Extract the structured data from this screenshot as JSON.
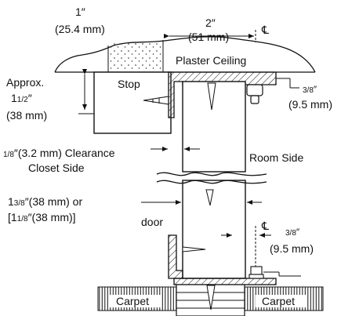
{
  "labels": {
    "dim_1in": "1″",
    "dim_1in_mm": "(25.4 mm)",
    "dim_2in": "2″",
    "dim_2in_mm": "(51 mm)",
    "centerline": "℄",
    "plaster_ceiling": "Plaster Ceiling",
    "approx": "Approx.",
    "approx_whole": "1",
    "approx_frac": "1/2",
    "approx_unit": "″",
    "approx_mm": "(38 mm)",
    "stop": "Stop",
    "top_gap_frac": "3/8",
    "top_gap_unit": "″",
    "top_gap_mm": "(9.5 mm)",
    "clearance_frac": "1/8",
    "clearance_text": "″(3.2 mm) Clearance",
    "closet_side": "Closet Side",
    "room_side": "Room Side",
    "thick_a_whole": "1",
    "thick_a_frac": "3/8",
    "thick_a_text": "″(38 mm) or",
    "thick_b_open": "[1",
    "thick_b_frac": "1/8",
    "thick_b_text": "″(38 mm)]",
    "door": "door",
    "bottom_gap_frac": "3/8",
    "bottom_gap_unit": "″",
    "bottom_gap_mm": "(9.5 mm)",
    "carpet_left": "Carpet",
    "carpet_right": "Carpet"
  }
}
